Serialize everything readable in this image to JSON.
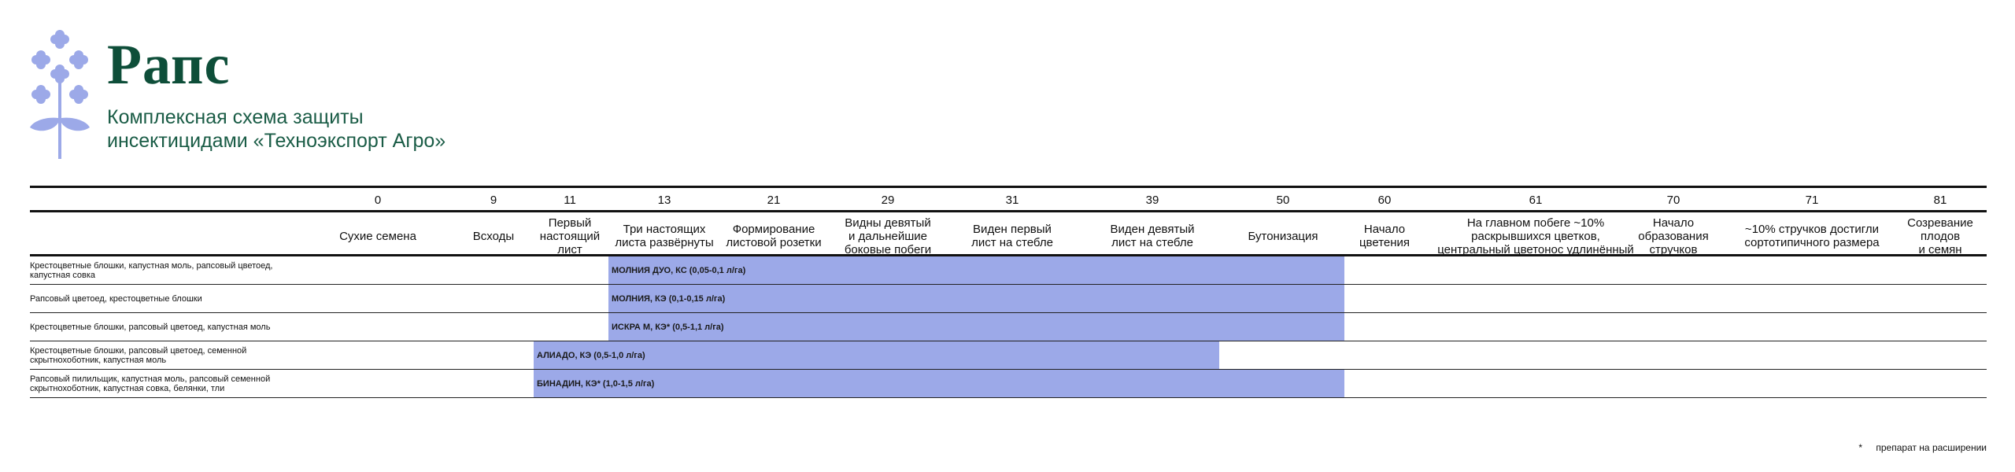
{
  "header": {
    "title": "Рапс",
    "subtitle_line1": "Комплексная схема защиты",
    "subtitle_line2": "инсектицидами «Техноэкспорт Агро»"
  },
  "stages": [
    {
      "num": "0",
      "label": "Сухие семена"
    },
    {
      "num": "9",
      "label": "Всходы"
    },
    {
      "num": "11",
      "label": "Первый\nнастоящий\nлист"
    },
    {
      "num": "13",
      "label": "Три настоящих\nлиста развёрнуты"
    },
    {
      "num": "21",
      "label": "Формирование\nлистовой розетки"
    },
    {
      "num": "29",
      "label": "Видны девятый\nи дальнейшие\nбоковые побеги"
    },
    {
      "num": "31",
      "label": "Виден первый\nлист на стебле"
    },
    {
      "num": "39",
      "label": "Виден девятый\nлист на стебле"
    },
    {
      "num": "50",
      "label": "Бутонизация"
    },
    {
      "num": "60",
      "label": "Начало\nцветения"
    },
    {
      "num": "61",
      "label": "На главном побеге ~10%\nраскрывшихся цветков,\nцентральный цветонос удлинённый"
    },
    {
      "num": "70",
      "label": "Начало\nобразования\nстручков"
    },
    {
      "num": "71",
      "label": "~10% стручков достигли\nсортотипичного размера"
    },
    {
      "num": "81",
      "label": "Созревание плодов\nи семян"
    }
  ],
  "rows": [
    {
      "pests": "Крестоцветные блошки, капустная моль, рапсовый цветоед,\nкапустная совка",
      "product": "МОЛНИЯ ДУО, КС (0,05-0,1 л/га)",
      "from_stage": "13",
      "to_stage": "60"
    },
    {
      "pests": "Рапсовый цветоед, крестоцветные блошки",
      "product": "МОЛНИЯ, КЭ (0,1-0,15 л/га)",
      "from_stage": "13",
      "to_stage": "60"
    },
    {
      "pests": "Крестоцветные блошки, рапсовый цветоед, капустная моль",
      "product": "ИСКРА М, КЭ* (0,5-1,1 л/га)",
      "from_stage": "13",
      "to_stage": "60"
    },
    {
      "pests": "Крестоцветные блошки, рапсовый цветоед, семенной\nскрытнохоботник, капустная моль",
      "product": "АЛИАДО, КЭ (0,5-1,0 л/га)",
      "from_stage": "11",
      "to_stage": "50"
    },
    {
      "pests": "Рапсовый пилильщик, капустная моль, рапсовый семенной\nскрытнохоботник, капустная совка, белянки, тли",
      "product": "БИНАДИН, КЭ* (1,0-1,5 л/га)",
      "from_stage": "11",
      "to_stage": "60"
    }
  ],
  "footnote": {
    "star": "*",
    "text": "препарат на расширении"
  },
  "colors": {
    "brand_green": "#0e4e39",
    "logo_lavender": "#9ca9e8",
    "bar_fill": "#9ca9e8"
  },
  "icons": {
    "logo": "rapeseed-flower-icon"
  }
}
